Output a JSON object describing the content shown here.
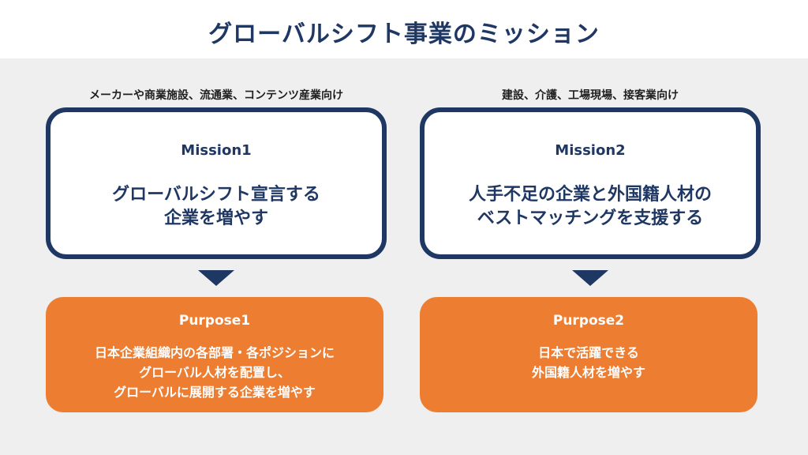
{
  "page": {
    "title": "グローバルシフト事業のミッション"
  },
  "columns": [
    {
      "target": "メーカーや商業施設、流通業、コンテンツ産業向け",
      "mission": {
        "id": "Mission1",
        "lines": [
          "グローバルシフト宣言する",
          "企業を増やす"
        ]
      },
      "purpose": {
        "id": "Purpose1",
        "lines": [
          "日本企業組織内の各部署・各ポジションに",
          "グローバル人材を配置し、",
          "グローバルに展開する企業を増やす"
        ]
      }
    },
    {
      "target": "建設、介護、工場現場、接客業向け",
      "mission": {
        "id": "Mission2",
        "lines": [
          "人手不足の企業と外国籍人材の",
          "ベストマッチングを支援する"
        ]
      },
      "purpose": {
        "id": "Purpose2",
        "lines": [
          "日本で活躍できる",
          "外国籍人材を増やす"
        ]
      }
    }
  ],
  "colors": {
    "navy": "#1f3763",
    "orange": "#ed7d31",
    "background": "#efeff0"
  },
  "icons": [
    "arrow-down-icon"
  ]
}
